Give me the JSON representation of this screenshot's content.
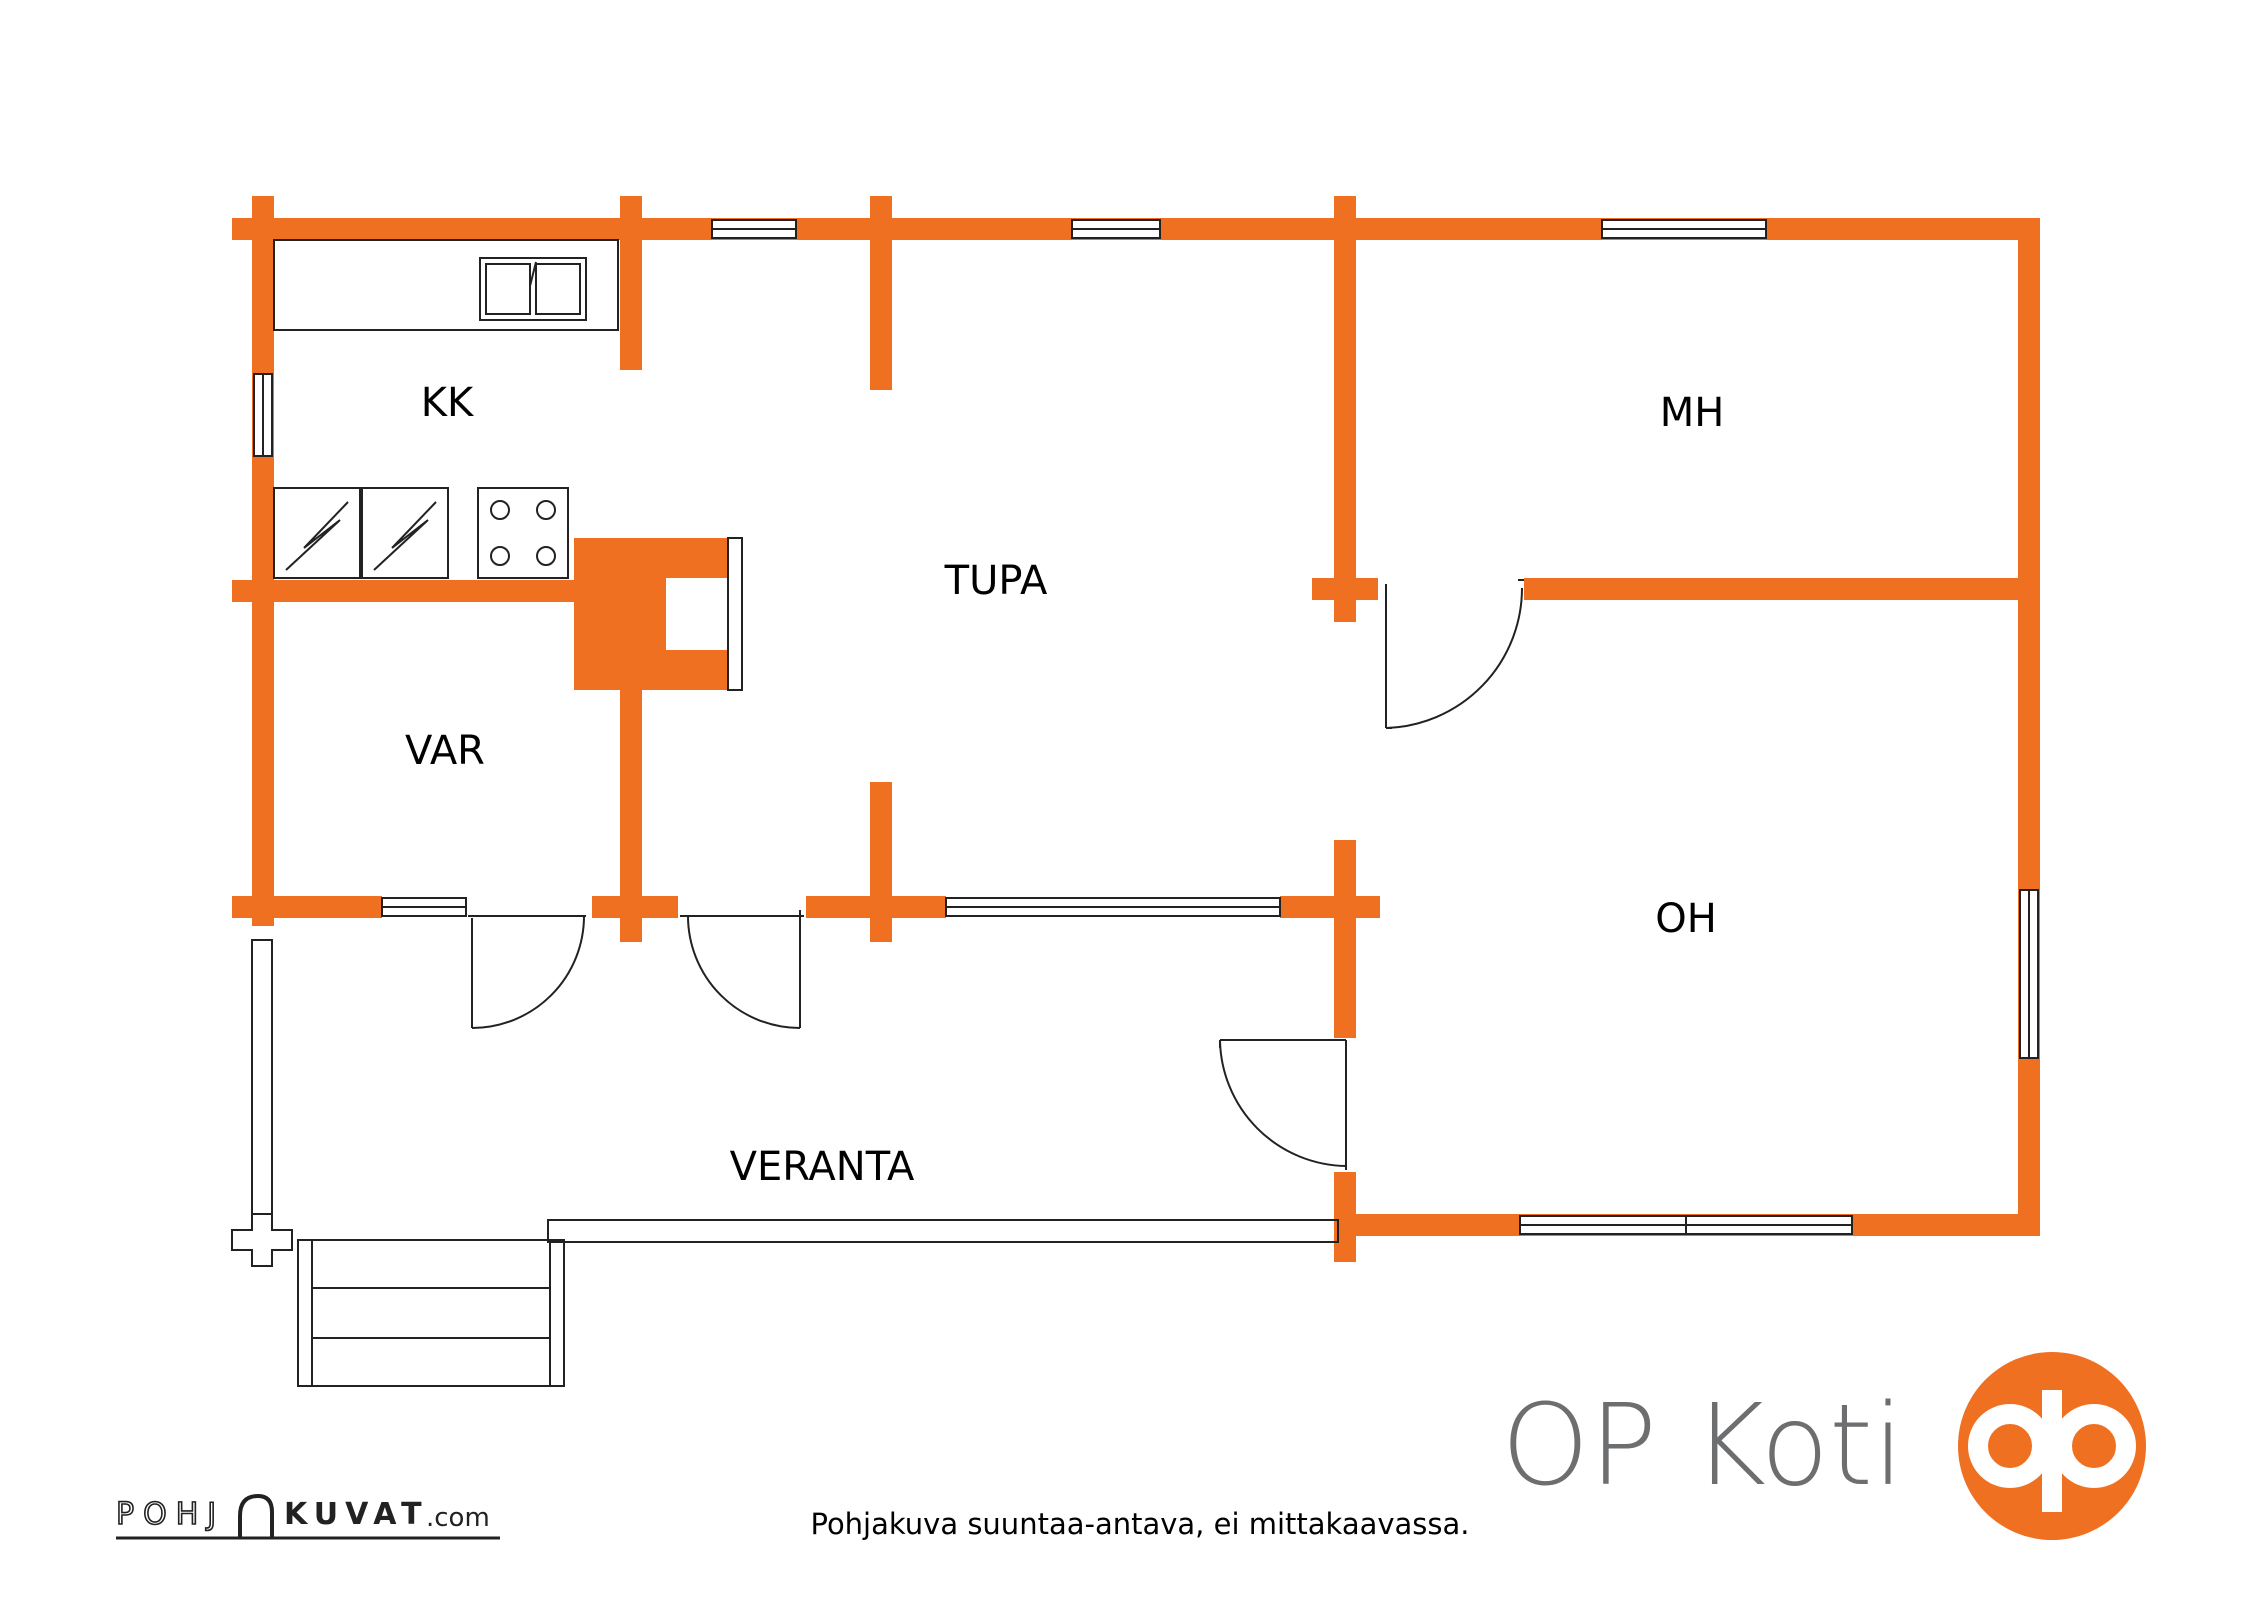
{
  "rooms": {
    "kk": "KK",
    "tupa": "TUPA",
    "mh": "MH",
    "var": "VAR",
    "oh": "OH",
    "veranta": "VERANTA"
  },
  "footer": {
    "disclaimer": "Pohjakuva suuntaa-antava, ei mittakaavassa."
  },
  "brand": {
    "name": "OP Koti"
  },
  "watermark": {
    "prefix": "POHJ",
    "suffix": "KUVAT",
    "domain": ".com"
  },
  "colors": {
    "wall": "#f07022",
    "brand_orange": "#f07022",
    "brand_gray": "#6d6e70",
    "line": "#222222"
  }
}
